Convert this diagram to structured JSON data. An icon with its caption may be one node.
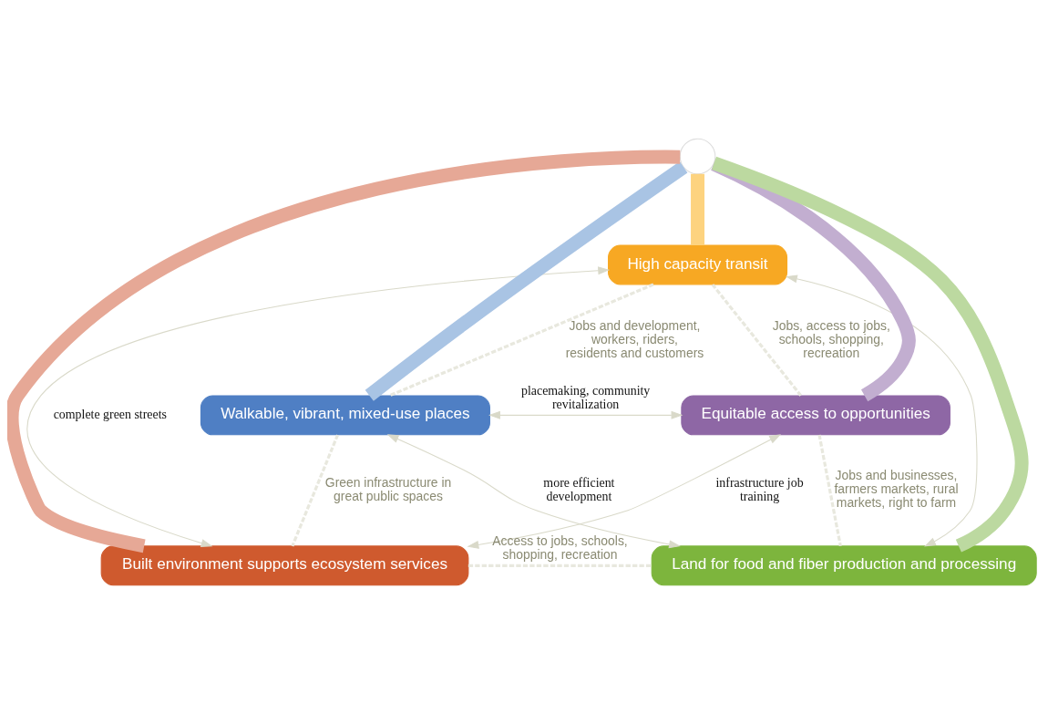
{
  "diagram": {
    "nodes": [
      {
        "text": [
          "High capacity transit"
        ]
      },
      {
        "text": [
          "Walkable, vibrant, mixed-use places"
        ]
      },
      {
        "text": [
          "Equitable access to opportunities"
        ]
      },
      {
        "text": [],
        "shape": "circle"
      },
      {
        "text": [
          "Built environment supports ecosystem services"
        ]
      },
      {
        "text": [
          "Land for food and fiber production and processing"
        ]
      }
    ],
    "edges": [
      {
        "from": 0,
        "to": 1,
        "arrow": "none",
        "style": "dashed",
        "color": "#e8e8de",
        "label": "Jobs and development, workers, riders, residents and customers"
      },
      {
        "from": 0,
        "to": 2,
        "arrow": "none",
        "style": "dashed",
        "color": "#e8e8de",
        "label": "Jobs, access to jobs, schools, shopping, recreation"
      },
      {
        "from": 1,
        "to": 4,
        "arrow": "none",
        "style": "dashed",
        "color": "#e8e8de",
        "label": "Green infrastructure in great public spaces"
      },
      {
        "from": 2,
        "to": 5,
        "arrow": "none",
        "style": "dashed",
        "color": "#e8e8de",
        "label": "Jobs and businesses, farmers markets, rural markets, right to farm"
      },
      {
        "from": 4,
        "to": 5,
        "arrow": "none",
        "style": "dashed",
        "color": "#e8e8de",
        "label": "Access to jobs, schools, shopping, recreation"
      },
      {
        "from": 3,
        "to": 0,
        "arrow": "none",
        "style": "thick",
        "color": "#fdd37f"
      },
      {
        "from": 3,
        "to": 1,
        "arrow": "none",
        "style": "thick",
        "color": "#a9c4e4"
      },
      {
        "from": 3,
        "to": 2,
        "arrow": "none",
        "style": "thick",
        "color": "#c2aed0"
      },
      {
        "from": 3,
        "to": 4,
        "arrow": "none",
        "style": "thick",
        "color": "#e6a896"
      },
      {
        "from": 3,
        "to": 5,
        "arrow": "none",
        "style": "thick",
        "color": "#bcd9a0"
      },
      {
        "from": 1,
        "to": 2,
        "arrow": "both",
        "color": "#d9d9c9",
        "label": "placemaking, community revitalization"
      },
      {
        "from": 0,
        "to": 4,
        "arrow": "both",
        "color": "#d9d9c9",
        "label": "complete green streets"
      },
      {
        "from": 0,
        "to": 5,
        "arrow": "both",
        "color": "#d9d9c9"
      },
      {
        "from": 4,
        "to": 2,
        "arrow": "both",
        "color": "#d9d9c9",
        "label": "infrastructure job training"
      },
      {
        "from": 1,
        "to": 5,
        "arrow": "both",
        "color": "#d9d9c9",
        "label": "more efficient development"
      }
    ]
  }
}
